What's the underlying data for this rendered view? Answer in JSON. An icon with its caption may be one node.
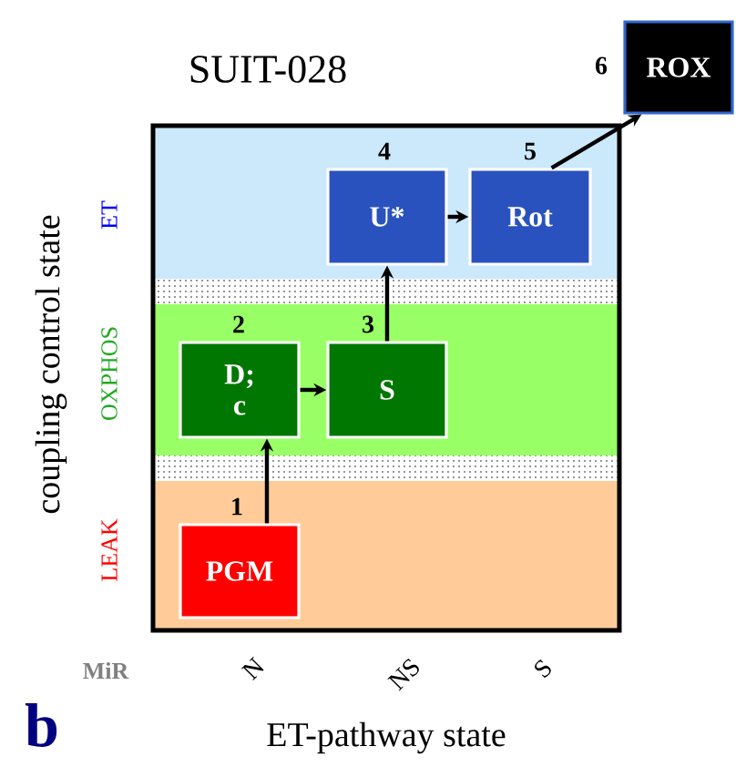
{
  "diagram": {
    "title": "SUIT-028",
    "nodes": [
      {
        "text": [
          "PGM"
        ],
        "beside": [
          "1"
        ]
      },
      {
        "text": [
          "D; c"
        ],
        "beside": [
          "2"
        ]
      },
      {
        "text": [
          "S"
        ],
        "beside": [
          "3"
        ]
      },
      {
        "text": [
          "U*"
        ],
        "beside": [
          "4"
        ]
      },
      {
        "text": [
          "Rot"
        ],
        "beside": [
          "5"
        ]
      },
      {
        "text": [
          "ROX"
        ],
        "beside": [
          "6"
        ]
      }
    ],
    "edges": [
      {
        "from": 0,
        "to": 1,
        "arrow": "to"
      },
      {
        "from": 1,
        "to": 2,
        "arrow": "to"
      },
      {
        "from": 2,
        "to": 3,
        "arrow": "to"
      },
      {
        "from": 3,
        "to": 4,
        "arrow": "to"
      },
      {
        "from": 4,
        "to": 5,
        "arrow": "to"
      }
    ],
    "labels": [
      "coupling control state",
      "ET",
      "OXPHOS",
      "LEAK",
      "MiR",
      "N",
      "NS",
      "S",
      "b",
      "ET-pathway state"
    ]
  }
}
